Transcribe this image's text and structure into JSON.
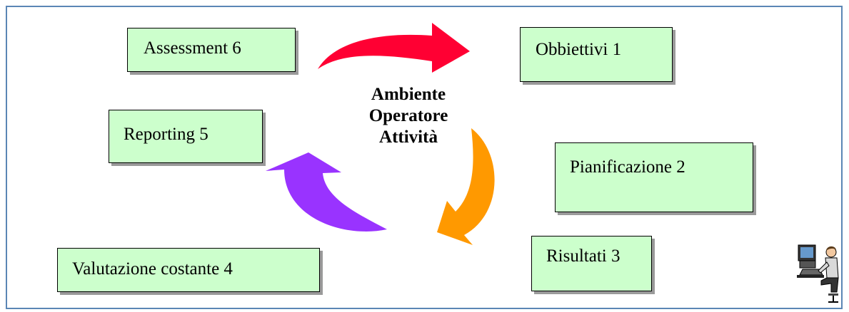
{
  "center": {
    "line1": "Ambiente",
    "line2": "Operatore",
    "line3": "Attività"
  },
  "steps": {
    "obbiettivi": "Obbiettivi   1",
    "pianificazione": "Pianificazione   2",
    "risultati": "Risultati   3",
    "valutazione": "Valutazione costante   4",
    "reporting": "Reporting   5",
    "assessment": "Assessment   6"
  },
  "colors": {
    "box_fill": "#ccffcc",
    "arrow_top": "#ff0033",
    "arrow_right": "#ff9900",
    "arrow_left": "#9933ff",
    "frame": "#5b86b5"
  },
  "icons": {
    "corner": "person-at-computer-icon"
  }
}
